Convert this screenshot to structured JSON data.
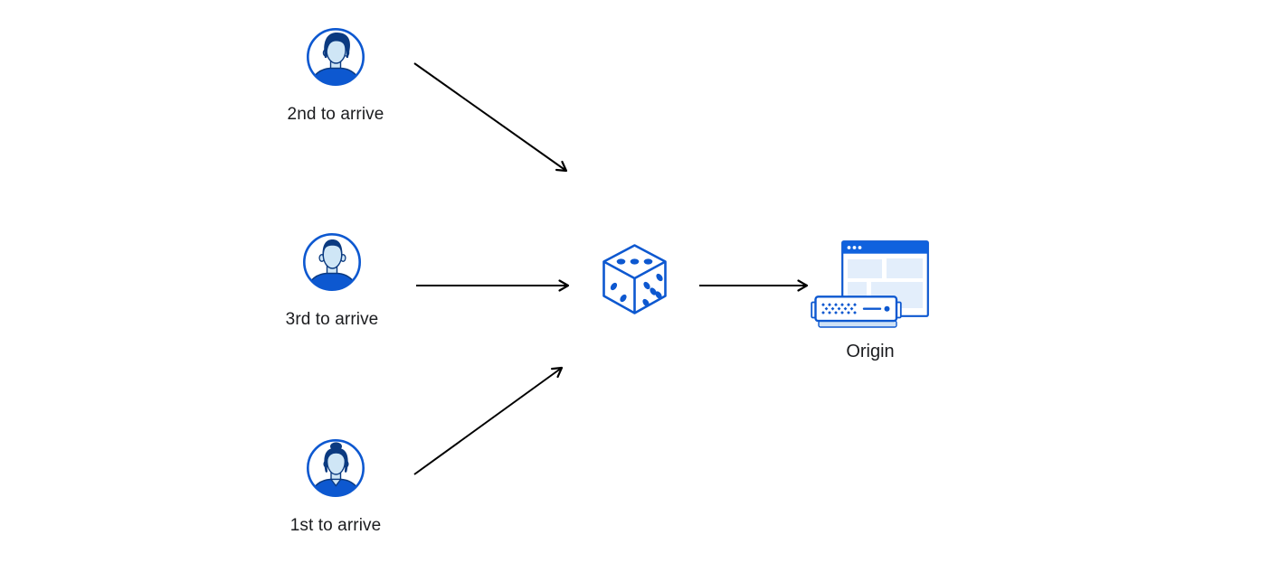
{
  "colors": {
    "primary": "#0d58d0",
    "titlebar": "#1062de",
    "navy": "#0b3a80",
    "face": "#cfe6f6",
    "panel": "#e3eefb",
    "server_base": "#cfe2f6",
    "arrow": "#000000",
    "text": "#1b1c1f",
    "bg": "#ffffff"
  },
  "nodes": {
    "clients": [
      {
        "label": "2nd to arrive",
        "icon": "avatar-male-side-part-icon"
      },
      {
        "label": "3rd to arrive",
        "icon": "avatar-male-crew-cut-icon"
      },
      {
        "label": "1st to arrive",
        "icon": "avatar-female-bun-icon"
      }
    ],
    "selector": {
      "icon": "dice-icon"
    },
    "origin": {
      "label": "Origin",
      "icons": [
        "browser-window-icon",
        "server-icon"
      ]
    }
  },
  "arrows": [
    {
      "from": "client-2nd",
      "to": "dice"
    },
    {
      "from": "client-3rd",
      "to": "dice"
    },
    {
      "from": "client-1st",
      "to": "dice"
    },
    {
      "from": "dice",
      "to": "origin"
    }
  ]
}
